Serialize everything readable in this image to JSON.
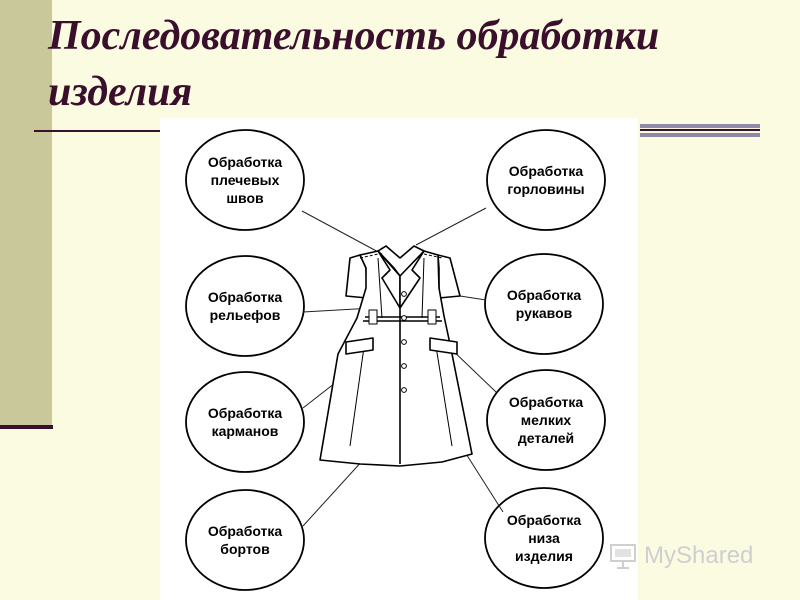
{
  "slide": {
    "title": "Последовательность обработки изделия",
    "colors": {
      "title": "#3a0f2c",
      "background": "#fbfbe2",
      "side_bar": "#c9c89a"
    }
  },
  "diagram": {
    "nodes": [
      {
        "id": "shoulder",
        "label": "Обработка\nплечевых\nшвов"
      },
      {
        "id": "neckline",
        "label": "Обработка\nгорловины"
      },
      {
        "id": "reliefs",
        "label": "Обработка\nрельефов"
      },
      {
        "id": "sleeves",
        "label": "Обработка\nрукавов"
      },
      {
        "id": "pockets",
        "label": "Обработка\nкарманов"
      },
      {
        "id": "small_parts",
        "label": "Обработка\nмелких\nдеталей"
      },
      {
        "id": "front_edges",
        "label": "Обработка\nбортов"
      },
      {
        "id": "hem",
        "label": "Обработка\nниза\nизделия"
      }
    ]
  },
  "watermark": {
    "text": "MyShared",
    "icon": "projector-screen-icon"
  }
}
